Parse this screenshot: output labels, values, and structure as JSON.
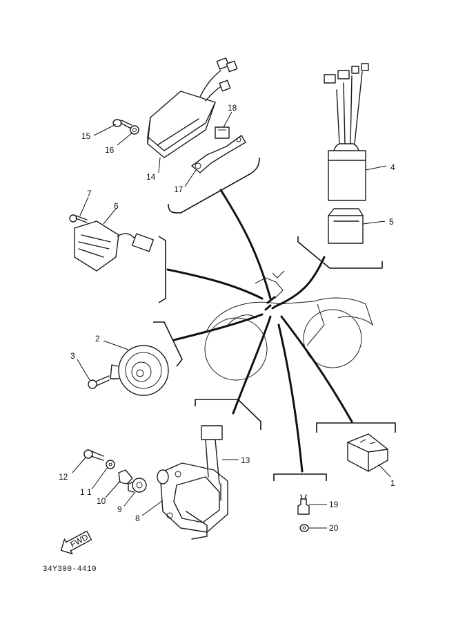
{
  "callouts": {
    "c1": "1",
    "c2": "2",
    "c3": "3",
    "c4": "4",
    "c5": "5",
    "c6": "6",
    "c7": "7",
    "c8": "8",
    "c9": "9",
    "c10": "10",
    "c11": "1 1",
    "c12": "12",
    "c13": "13",
    "c14": "14",
    "c15": "15",
    "c16": "16",
    "c17": "17",
    "c18": "18",
    "c19": "19",
    "c20": "20"
  },
  "fwd_label": "FWD",
  "reference_code": "34Y300-4410"
}
